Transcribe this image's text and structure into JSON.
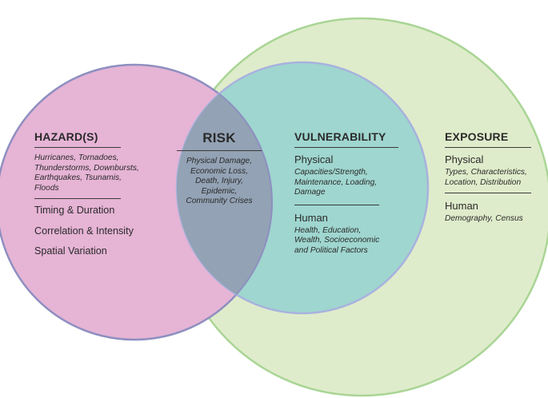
{
  "hazard": {
    "title": "HAZARD(S)",
    "examples": "Hurricanes, Tornadoes, Thunderstorms, Downbursts, Earthquakes, Tsunamis, Floods",
    "items": [
      "Timing & Duration",
      "Correlation & Intensity",
      "Spatial Variation"
    ]
  },
  "risk": {
    "title": "RISK",
    "examples": "Physical Damage, Economic Loss, Death, Injury, Epidemic, Community Crises"
  },
  "vulnerability": {
    "title": "VULNERABILITY",
    "physical_label": "Physical",
    "physical_items": "Capacities/Strength, Maintenance, Loading, Damage",
    "human_label": "Human",
    "human_items": "Health, Education, Wealth, Socioeconomic and Political Factors"
  },
  "exposure": {
    "title": "EXPOSURE",
    "physical_label": "Physical",
    "physical_items": "Types, Characteristics, Location, Distribution",
    "human_label": "Human",
    "human_items": "Demography, Census"
  },
  "colors": {
    "hazard_fill": "#e6b4d5",
    "hazard_stroke": "#8e8fc0",
    "exposure_fill": "#dfeccb",
    "exposure_stroke": "#a9d595",
    "vulnerability_fill": "#9fd6cf",
    "vulnerability_stroke": "#a8b2de",
    "risk_fill": "#93a2b4",
    "text": "#2a2a2a"
  }
}
